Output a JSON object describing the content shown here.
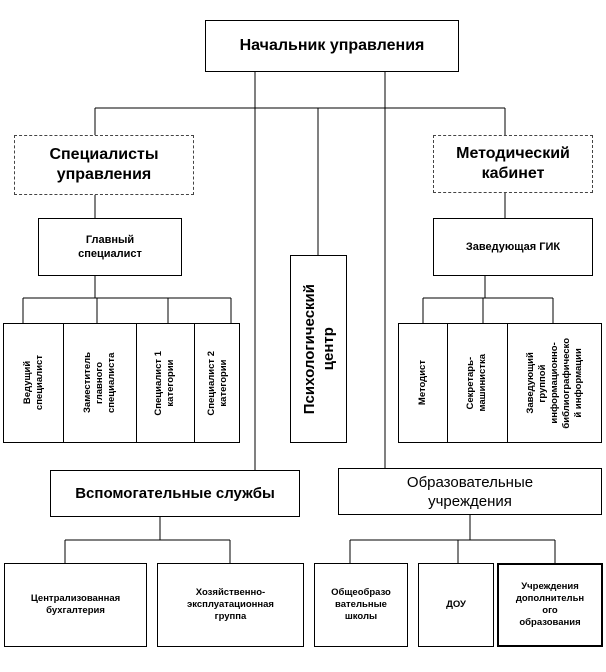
{
  "chart_data": {
    "type": "diagram",
    "root": "Начальник управления",
    "branches": {
      "specialists": {
        "label": "Специалисты\nуправления",
        "chief": "Главный\nспециалист",
        "staff": [
          "Ведущий\nспециалист",
          "Заместитель\nглавного\nспециалиста",
          "Специалист 1\nкатегории",
          "Специалист 2\nкатегории"
        ]
      },
      "psych_center": "Психологический\nцентр",
      "methodical": {
        "label": "Методический\nкабинет",
        "head": "Заведующая ГИК",
        "staff": [
          "Методист",
          "Секретарь-\nмашинистка",
          "Заведующий\nгруппой\nинформационно-\nбиблиографическо\nй информации"
        ]
      },
      "auxiliary": {
        "label": "Вспомогательные службы",
        "units": [
          "Централизованная\nбухгалтерия",
          "Хозяйственно-\nэксплуатационная\nгруппа"
        ]
      },
      "education": {
        "label": "Образовательные\nучреждения",
        "units": [
          "Общеобразо\nвательные\nшколы",
          "ДОУ",
          "Учреждения\nдополнительн\nого\nобразования"
        ]
      }
    }
  }
}
